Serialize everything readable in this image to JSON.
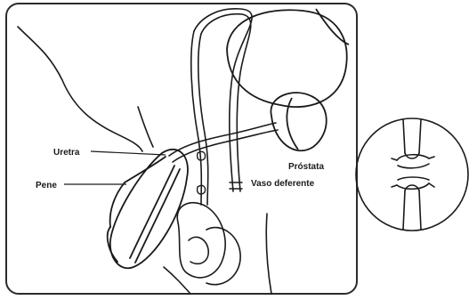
{
  "labels": {
    "urethra": "Uretra",
    "penis": "Pene",
    "prostate": "Próstata",
    "vas_deferens": "Vaso deferente"
  },
  "colors": {
    "line": "#1a1a1a",
    "frame": "#2b2b2b",
    "background": "#ffffff"
  }
}
